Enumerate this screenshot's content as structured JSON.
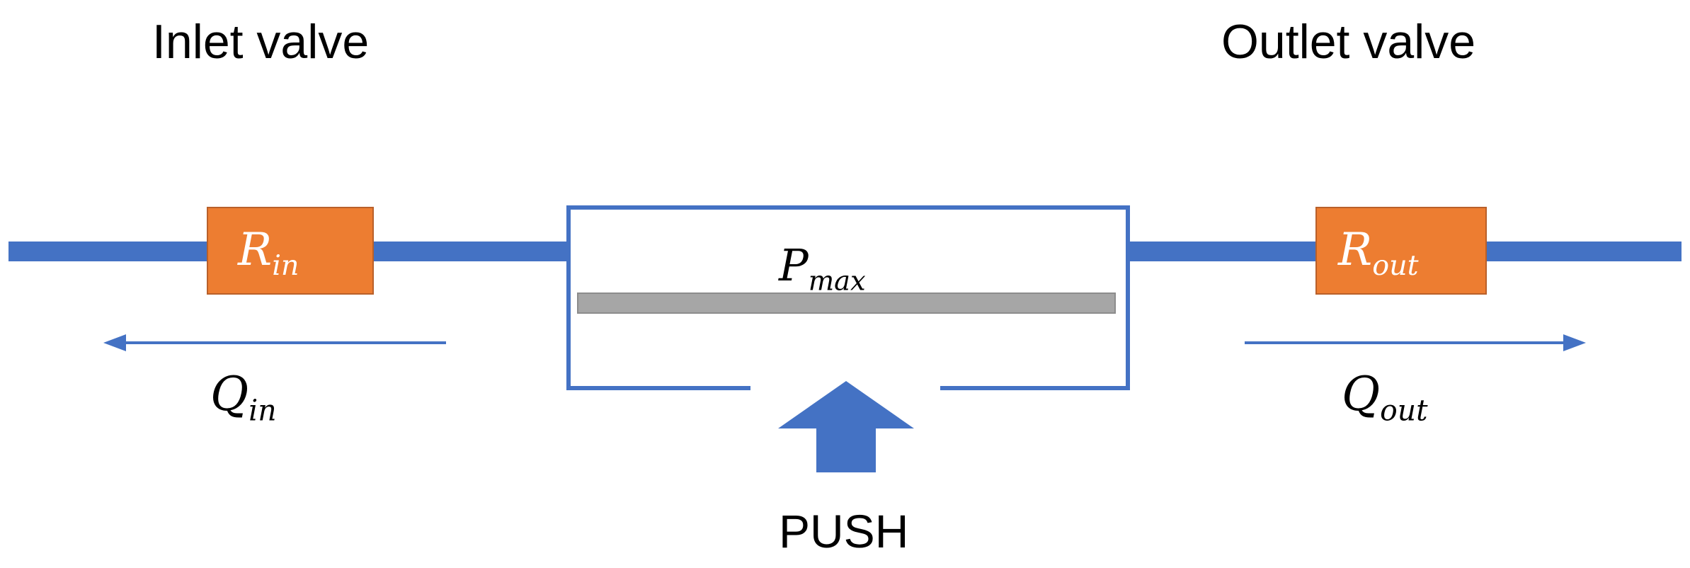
{
  "labels": {
    "inlet": "Inlet valve",
    "outlet": "Outlet valve",
    "push": "PUSH"
  },
  "symbols": {
    "r_in": {
      "base": "R",
      "sub": "in"
    },
    "r_out": {
      "base": "R",
      "sub": "out"
    },
    "p_max": {
      "base": "P",
      "sub": "max"
    },
    "q_in": {
      "base": "Q",
      "sub": "in"
    },
    "q_out": {
      "base": "Q",
      "sub": "out"
    }
  },
  "colors": {
    "pipe": "#4472c4",
    "valve": "#ed7d31",
    "plate": "#a6a6a6",
    "push_arrow": "#4472c4"
  }
}
